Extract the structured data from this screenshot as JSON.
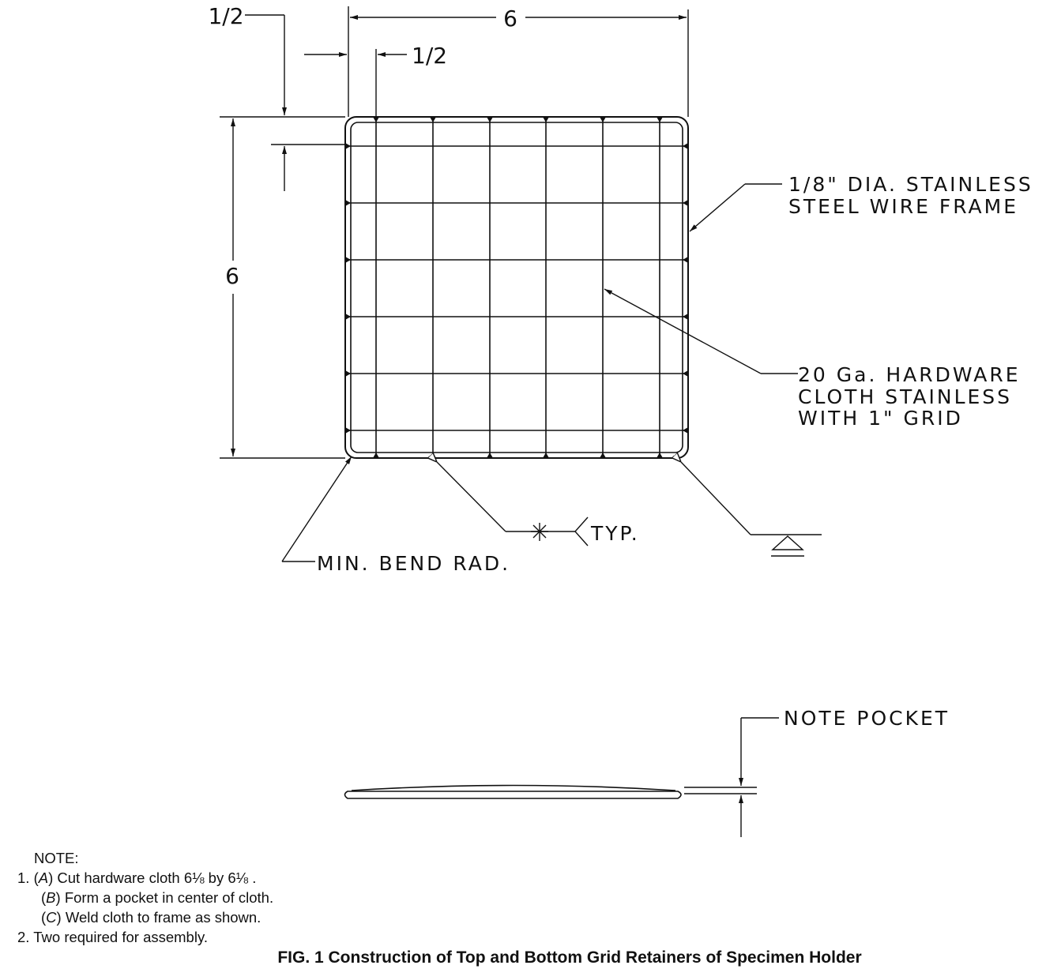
{
  "dimensions": {
    "top_width": "6",
    "left_height": "6",
    "top_left_offset": "1/2",
    "grid_offset": "1/2"
  },
  "callouts": {
    "frame": [
      "1/8\" DIA. STAINLESS",
      "STEEL WIRE FRAME"
    ],
    "cloth": [
      "20 Ga. HARDWARE",
      "CLOTH STAINLESS",
      "WITH 1\" GRID"
    ],
    "bend": "MIN. BEND RAD.",
    "weld": "TYP.",
    "pocket": "NOTE POCKET"
  },
  "notes": {
    "heading": "NOTE:",
    "item1_num": "1.",
    "item1a_letter": "A",
    "item1a_text": "Cut hardware cloth 6⅛ by 6⅛ .",
    "item1b_letter": "B",
    "item1b_text": "Form a pocket in center of cloth.",
    "item1c_letter": "C",
    "item1c_text": "Weld cloth to frame as shown.",
    "item2_num": "2.",
    "item2_text": "Two required for assembly."
  },
  "caption": "FIG. 1 Construction of Top and Bottom Grid Retainers of Specimen Holder"
}
